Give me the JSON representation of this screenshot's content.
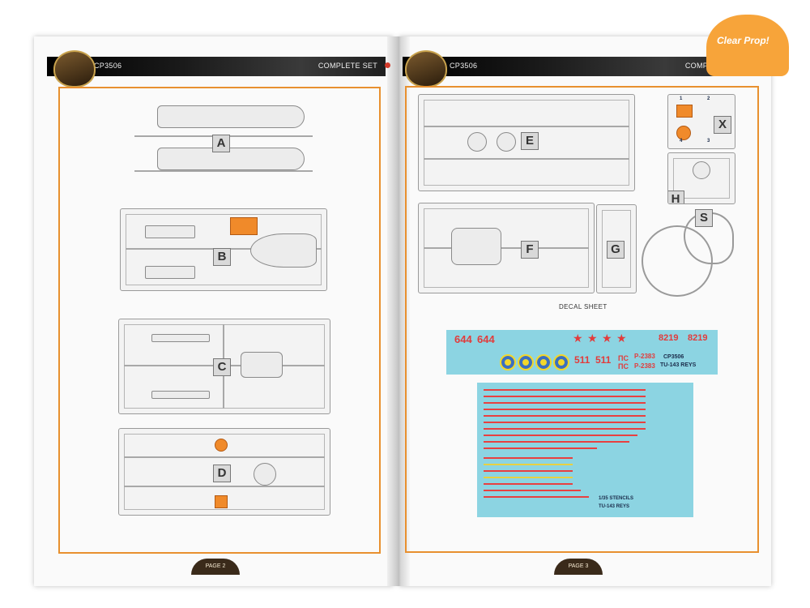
{
  "logo": {
    "text": "Clear Prop!"
  },
  "left_page": {
    "header": {
      "code": "CP3506",
      "set": "COMPLETE SET"
    },
    "sprue_labels": [
      "A",
      "B",
      "C",
      "D"
    ],
    "page_number": "PAGE 2"
  },
  "right_page": {
    "header": {
      "code": "CP3506",
      "set": "COMPLETE SET"
    },
    "sprue_labels": [
      "E",
      "F",
      "G",
      "H",
      "X",
      "S"
    ],
    "x_part_numbers": [
      "1",
      "2",
      "3",
      "4"
    ],
    "decal_title": "DECAL SHEET",
    "decals_top": {
      "codes": [
        "644",
        "644",
        "511",
        "511",
        "8219",
        "8219",
        "P-2383",
        "P-2383",
        "ПС",
        "ПС"
      ],
      "product": "CP3506",
      "model": "TU-143 REYS"
    },
    "decals_bottom": {
      "title": "1/35 STENCILS",
      "model": "TU-143 REYS"
    },
    "page_number": "PAGE 3"
  },
  "colors": {
    "accent": "#e8902f",
    "decal_background": "#8cd4e2",
    "decal_red": "#e23b3b",
    "highlight_part": "#f08a2a"
  }
}
